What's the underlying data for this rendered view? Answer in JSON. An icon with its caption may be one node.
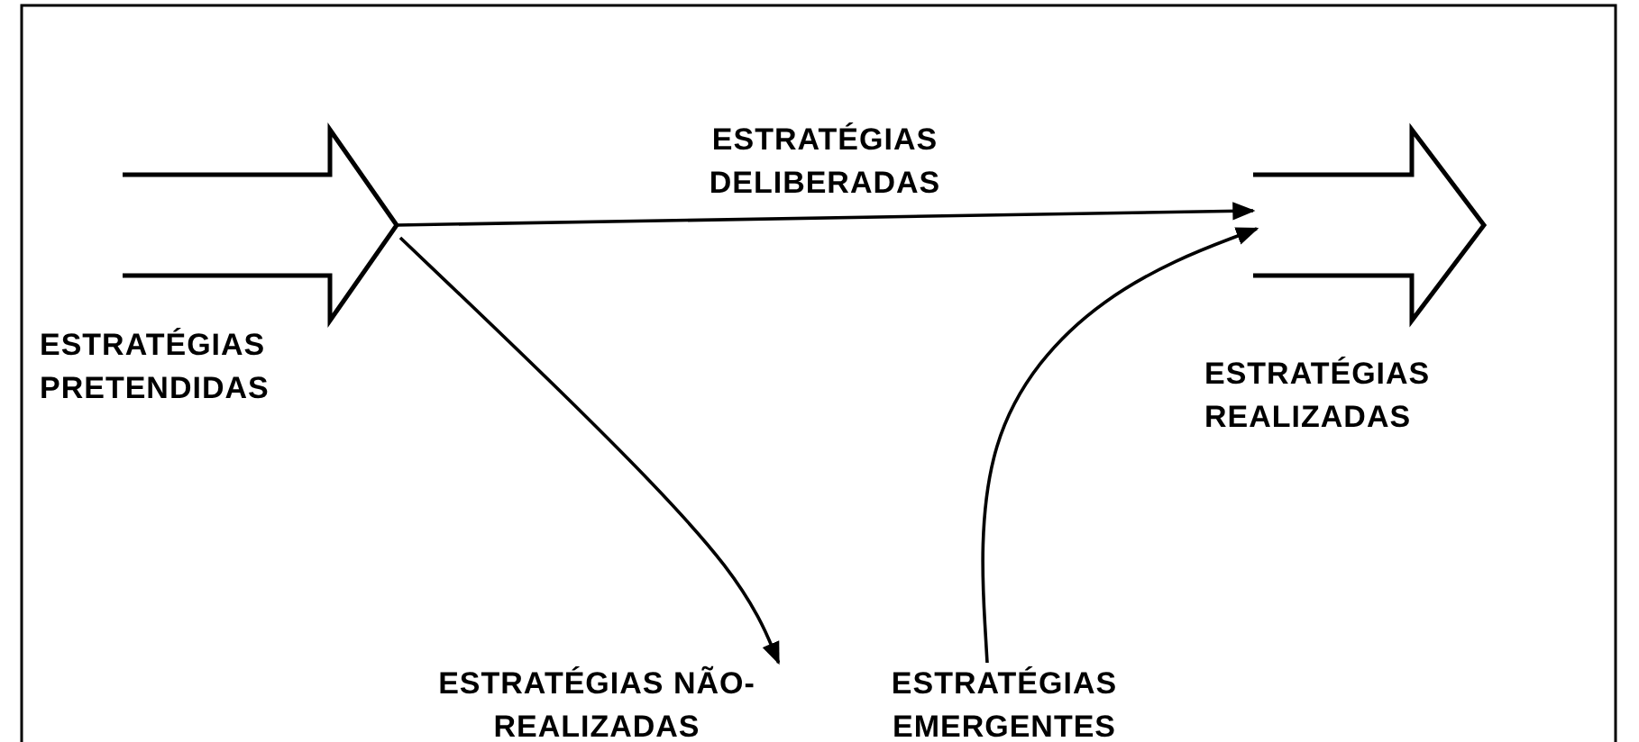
{
  "diagram": {
    "nodes": [
      {
        "text": [
          "ESTRATÉGIAS PRETENDIDAS"
        ]
      },
      {
        "text": [
          "ESTRATÉGIAS REALIZADAS"
        ]
      },
      {
        "text": [
          "ESTRATÉGIAS NÃO-REALIZADAS"
        ]
      },
      {
        "text": [
          "ESTRATÉGIAS EMERGENTES"
        ]
      }
    ],
    "edges": [
      {
        "from": 0,
        "to": 1,
        "arrow": "to",
        "label": "ESTRATÉGIAS DELIBERADAS"
      },
      {
        "from": 0,
        "to": 2,
        "arrow": "to"
      },
      {
        "from": 3,
        "to": 1,
        "arrow": "to"
      }
    ]
  }
}
